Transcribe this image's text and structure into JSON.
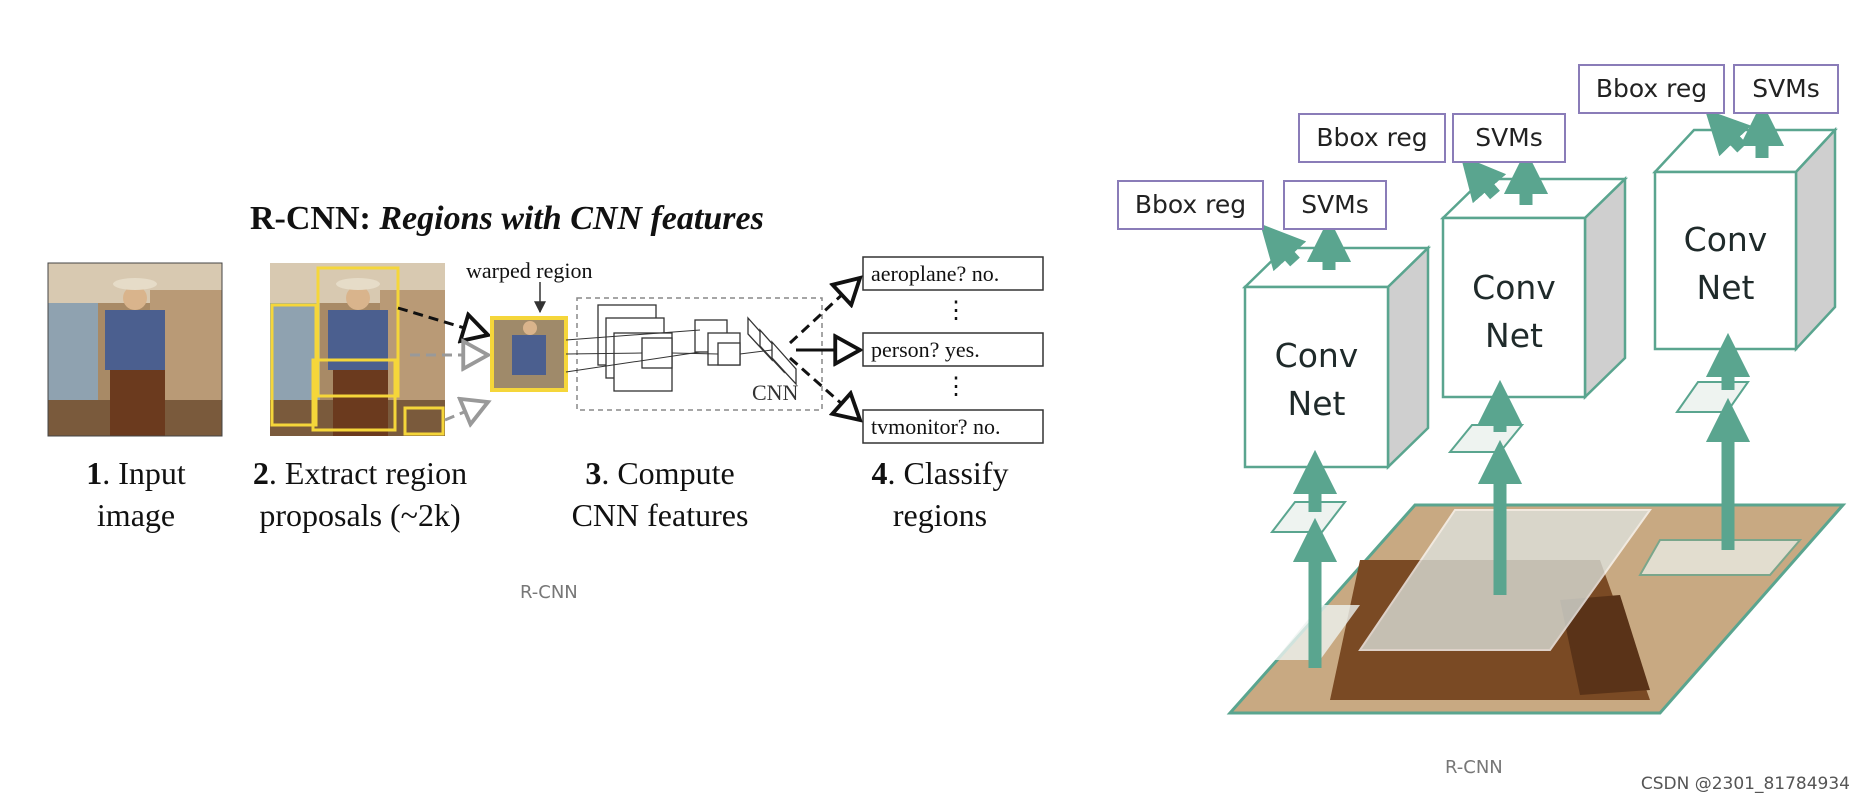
{
  "left_panel": {
    "title_prefix": "R-CNN: ",
    "title_italic": "Regions with CNN features",
    "warped_label": "warped region",
    "cnn_label": "CNN",
    "outputs": [
      {
        "text": "aeroplane? no."
      },
      {
        "text": "person? yes."
      },
      {
        "text": "tvmonitor? no."
      }
    ],
    "ellipsis": "⋮",
    "steps": [
      {
        "num": "1",
        "line1": ". Input",
        "line2": "image"
      },
      {
        "num": "2",
        "line1": ". Extract region",
        "line2": "proposals (~2k)"
      },
      {
        "num": "3",
        "line1": ". Compute",
        "line2": "CNN features"
      },
      {
        "num": "4",
        "line1": ". Classify",
        "line2": "regions"
      }
    ],
    "caption": "R-CNN"
  },
  "right_panel": {
    "caption": "R-CNN",
    "columns": [
      {
        "bbox": "Bbox reg",
        "svms": "SVMs",
        "conv1": "Conv",
        "conv2": "Net"
      },
      {
        "bbox": "Bbox reg",
        "svms": "SVMs",
        "conv1": "Conv",
        "conv2": "Net"
      },
      {
        "bbox": "Bbox reg",
        "svms": "SVMs",
        "conv1": "Conv",
        "conv2": "Net"
      }
    ]
  },
  "footer": {
    "text": "CSDN @2301_81784934"
  },
  "colors": {
    "accent": "#5aa58f",
    "box_border": "#8a7cb8",
    "proposal": "#f5d63a"
  }
}
